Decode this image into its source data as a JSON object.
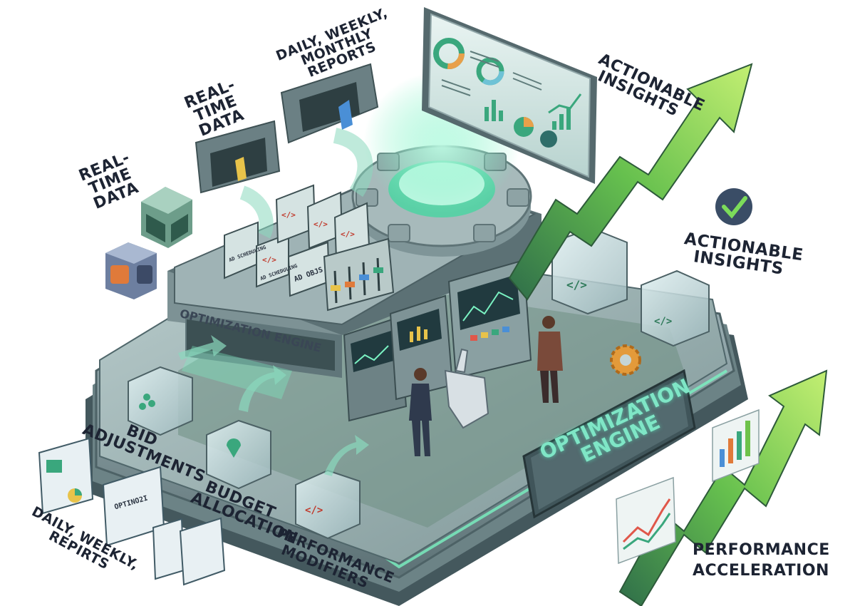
{
  "labels": {
    "realtime_left": "REAL-TIME\nDATA",
    "realtime_mid": "REAL-TIME\nDATA",
    "reports_top": "DAILY, WEEKLY,\nMONTHLY REPORTS",
    "insights_top": "ACTIONABLE\nINSIGHTS",
    "insights_right": "ACTIONABLE\nINSIGHTS",
    "bid": "BID\nADJUSTMENTS",
    "budget": "BUDGET\nALLOCATION",
    "performance_mod": "PERFORMANCE\nMODIFIERS",
    "reports_bottom": "DAILY, WEEKLY,\nREPIRTS",
    "acceleration": "PERFORMANCE\nACCELERATION"
  },
  "engine": {
    "top_label": "OPTIMIZATION ENGINE",
    "sign": "OPTIMIZATION\nENGINE"
  },
  "screens": {
    "card1": "AD SCHEDULING",
    "card2": "AD SCHEDULING",
    "card3": "AD OBJS",
    "doc_mid": "OPTINO2I"
  },
  "icons": [
    "feather-icon",
    "camera-icon",
    "microphone-icon",
    "checkmark-icon",
    "gear-icon",
    "code-icon",
    "people-icon",
    "location-pin-icon",
    "robot-hand-icon"
  ],
  "colors": {
    "platform": "#8ea3a8",
    "glow": "#7af2c2",
    "arrow": "#5fbf4a",
    "screen": "#213a3f"
  }
}
